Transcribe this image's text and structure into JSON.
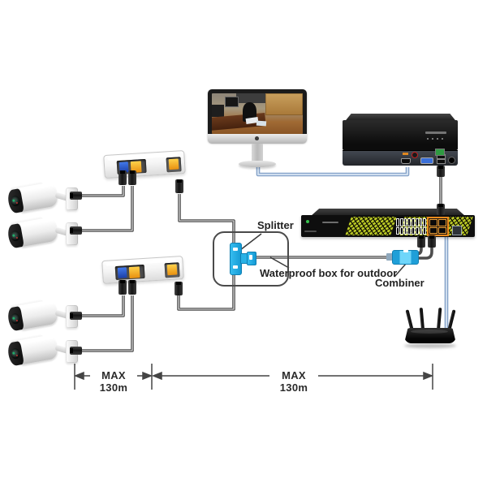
{
  "diagram": {
    "labels": {
      "splitter": "Splitter",
      "waterproof_box": "Waterproof box for outdoor",
      "combiner": "Combiner",
      "distance_left": "MAX 130m",
      "distance_right": "MAX 130m"
    },
    "devices": {
      "cameras": [
        "bullet-camera-1",
        "bullet-camera-2",
        "bullet-camera-3",
        "bullet-camera-4"
      ],
      "extenders": [
        "poe-extender-1",
        "poe-extender-2"
      ],
      "monitor": "desktop-monitor-cctv-view",
      "nvr": "network-video-recorder",
      "switch": "16-port-poe-switch-with-2-uplink",
      "router": "wifi-router-4-antenna",
      "splitter": "waterproof-splitter-connector",
      "combiner": "combiner-connector"
    },
    "colors": {
      "connector_blue": "#29b2e6",
      "port_blue": "#2a5bd0",
      "port_yellow": "#f0a41c",
      "switch_hatch": "#bccb26",
      "uplink_orange": "#ef8b1d",
      "cable_dark": "#4e4e4e",
      "cable_blue": "#7d9cc4"
    }
  }
}
